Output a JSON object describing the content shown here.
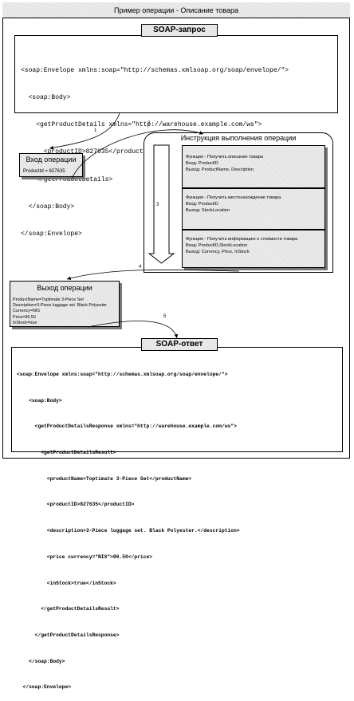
{
  "window": {
    "title": "Пример операции - Описание товара"
  },
  "soap_request": {
    "title": "SOAP-запрос",
    "lines": [
      "<soap:Envelope xmlns:soap=\"http://schemas.xmlsoap.org/soap/envelope/\">",
      "  <soap:Body>",
      "    <getProductDetails xmlns=\"http://warehouse.example.com/ws\">",
      "      <productID>827635</productID>",
      "    </getProductDetails>",
      "  </soap:Body>",
      "</soap:Envelope>"
    ]
  },
  "operation_input": {
    "title": "Вход операции",
    "text": "ProductId = 827635"
  },
  "instructions": {
    "title": "Инструкция выполнения операции",
    "functions": [
      {
        "text": "Функция - Получить описание товара\nВход: ProductID\nВыход: ProductName, Description"
      },
      {
        "text": "Функция - Получить местонахождение товара\nВход: ProductID\nВыход: StockLocation"
      },
      {
        "text": "Функция - Получить информацию о стоимости товара\nВход: ProductID,StockLocation\nВыход: Currency, Price, InStock"
      }
    ]
  },
  "operation_output": {
    "title": "Выход операции",
    "text": "ProductName=Toptimate 3-Piece Set\nDescription=3-Piece luggage set. Black Polyester\nCurrency=NIS\nPrice=96.50\nInStock=true"
  },
  "soap_response": {
    "title": "SOAP-ответ",
    "lines": [
      "<soap:Envelope xmlns:soap=\"http://schemas.xmlsoap.org/soap/envelope/\">",
      "    <soap:Body>",
      "      <getProductDetailsResponse xmlns=\"http://warehouse.example.com/ws\">",
      "        <getProductDetailsResult>",
      "          <productName>Toptimate 3-Piece Set</productName>",
      "          <productID>827635</productID>",
      "          <description>3-Piece luggage set. Black Polyester.</description>",
      "          <price currency=\"NIS\">96.50</price>",
      "          <inStock>true</inStock>",
      "        </getProductDetailsResult>",
      "      </getProductDetailsResponse>",
      "    </soap:Body>",
      "  </soap:Envelope>"
    ]
  },
  "steps": {
    "s1": "1",
    "s2": "2",
    "s3": "3",
    "s4": "4",
    "s5": "5"
  }
}
